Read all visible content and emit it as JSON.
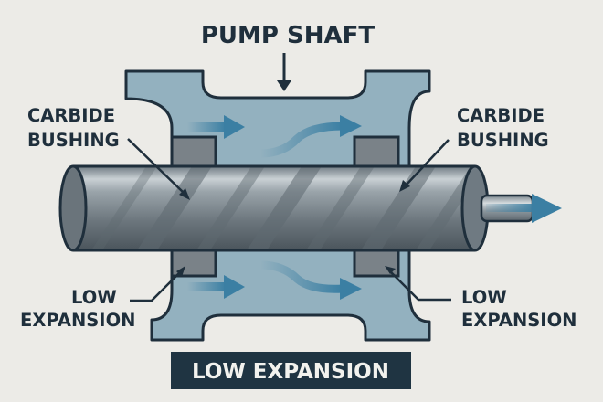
{
  "diagram": {
    "title": "PUMP SHAFT",
    "labels": {
      "top_left": [
        "CARBIDE",
        "BUSHING"
      ],
      "top_right": [
        "CARBIDE",
        "BUSHING"
      ],
      "bottom_left": [
        "LOW",
        "EXPANSION"
      ],
      "bottom_right": [
        "LOW",
        "EXPANSION"
      ]
    },
    "banner": "LOW EXPANSION",
    "colors": {
      "background": "#ecebe7",
      "housing": "#93b1bf",
      "outline": "#1f2f3c",
      "bushing": "#7a8288",
      "shaft": "#6d777e",
      "flow_arrow": "#3b7fa3",
      "banner_bg": "#1f3442"
    }
  }
}
